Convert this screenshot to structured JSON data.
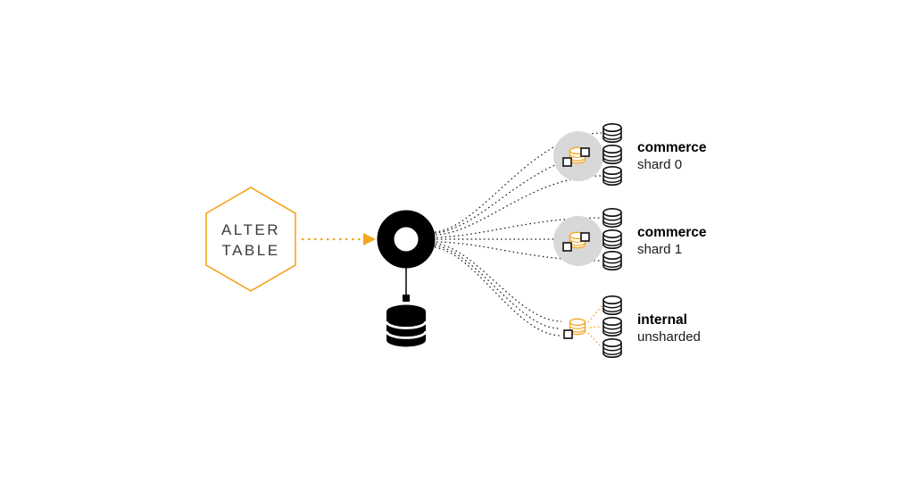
{
  "hexagon": {
    "line1": "ALTER",
    "line2": "TABLE"
  },
  "clusters": [
    {
      "name": "commerce",
      "shard": "shard 0"
    },
    {
      "name": "commerce",
      "shard": "shard 1"
    },
    {
      "name": "internal",
      "shard": "unsharded"
    }
  ],
  "colors": {
    "accent_orange": "#F5A623",
    "node_black": "#000000",
    "cluster_circle_gray": "#D8D8D8",
    "label_text": "#000000"
  }
}
